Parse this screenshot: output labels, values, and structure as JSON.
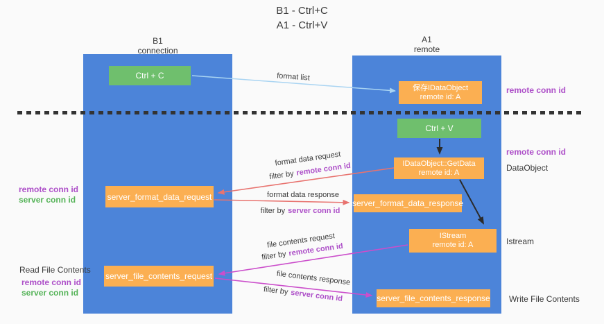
{
  "title": {
    "line1": "B1 - Ctrl+C",
    "line2": "A1 - Ctrl+V"
  },
  "lifelines": {
    "left": {
      "name": "B1",
      "role": "connection"
    },
    "right": {
      "name": "A1",
      "role": "remote"
    }
  },
  "nodes": {
    "ctrl_c": {
      "label": "Ctrl + C"
    },
    "save_idataobject": {
      "line1": "保存IDataObject",
      "line2": "remote id: A"
    },
    "ctrl_v": {
      "label": "Ctrl + V"
    },
    "getdata": {
      "line1": "IDataObject::GetData",
      "line2": "remote id: A"
    },
    "format_request": {
      "label": "server_format_data_request"
    },
    "format_response": {
      "label": "server_format_data_response"
    },
    "istream": {
      "line1": "IStream",
      "line2": "remote id: A"
    },
    "file_request": {
      "label": "server_file_contents_request"
    },
    "file_response": {
      "label": "server_file_contents_response"
    }
  },
  "edge_labels": {
    "format_list": "format list",
    "format_data_request": "format data request",
    "format_data_response": "format data response",
    "file_contents_request": "file contents request",
    "file_contents_response": "file contents response",
    "filter_by": "filter by",
    "remote_conn_id": "remote conn id",
    "server_conn_id": "server conn id"
  },
  "side_labels": {
    "remote_conn_id_top": "remote conn id",
    "remote_conn_id_mid": "remote conn id",
    "dataobject": "DataObject",
    "istream": "Istream",
    "write_file_contents": "Write File Contents",
    "read_file_contents": "Read File Contents",
    "left_remote_conn_id": "remote conn id",
    "left_server_conn_id": "server conn id",
    "left2_remote_conn_id": "remote conn id",
    "left2_server_conn_id": "server conn id"
  },
  "colors": {
    "lifeline_blue": "#4c84d9",
    "box_green": "#6fbf6d",
    "box_orange": "#fbaf52",
    "arrow_salmon": "#e8736f",
    "arrow_magenta": "#cb4ecb",
    "arrow_lightblue": "#a9d4f2",
    "arrow_black": "#2b2b2b",
    "text_purple": "#ad4fc8",
    "text_green": "#55b358"
  }
}
